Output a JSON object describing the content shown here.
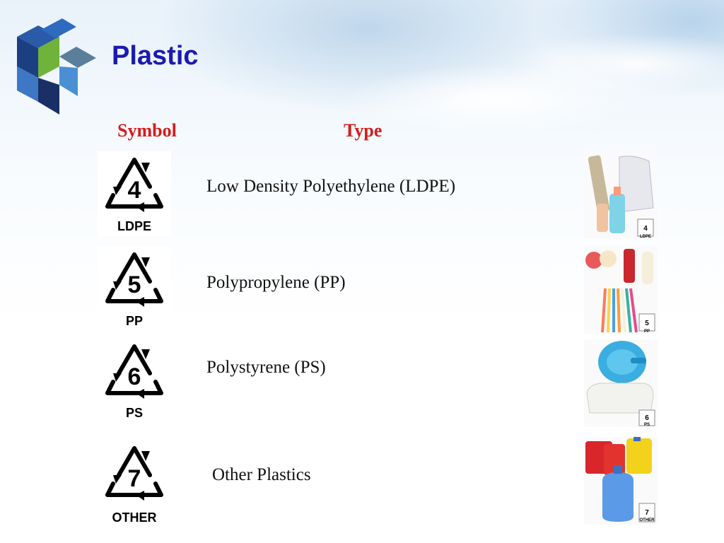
{
  "slide": {
    "title": "Plastic",
    "headers": {
      "symbol": "Symbol",
      "type": "Type"
    },
    "rows": [
      {
        "code": "4",
        "abbr": "LDPE",
        "type": "Low Density Polyethylene (LDPE)",
        "photo_badge_code": "4",
        "photo_badge_abbr": "LDPE"
      },
      {
        "code": "5",
        "abbr": "PP",
        "type": "Polypropylene (PP)",
        "photo_badge_code": "5",
        "photo_badge_abbr": "PP"
      },
      {
        "code": "6",
        "abbr": "PS",
        "type": "Polystyrene (PS)",
        "photo_badge_code": "6",
        "photo_badge_abbr": "PS"
      },
      {
        "code": "7",
        "abbr": "OTHER",
        "type": "Other Plastics",
        "photo_badge_code": "7",
        "photo_badge_abbr": "OTHER"
      }
    ]
  },
  "colors": {
    "title": "#1b1bb0",
    "header": "#d41d1d",
    "text": "#111111"
  }
}
